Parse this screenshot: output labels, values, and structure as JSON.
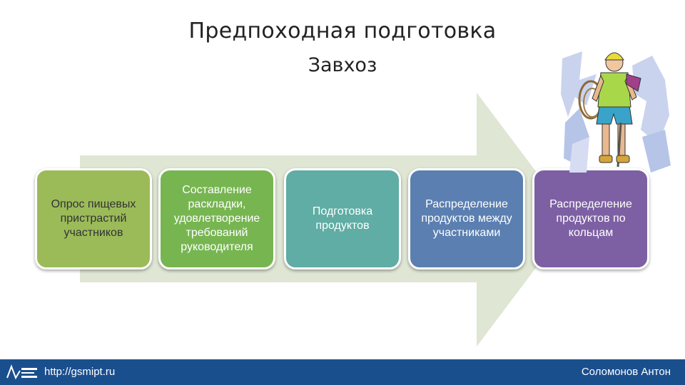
{
  "slide": {
    "title": "Предпоходная подготовка",
    "subtitle": "Завхоз"
  },
  "process": {
    "arrow_color": "#dfe6d4",
    "steps": [
      {
        "label": "Опрос пищевых пристрастий участников",
        "color": "#9bbb59",
        "text_color": "#333333"
      },
      {
        "label": "Составление раскладки, удовлетворение требований руководителя",
        "color": "#77b551",
        "text_color": "#ffffff"
      },
      {
        "label": "Подготовка продуктов",
        "color": "#5fada4",
        "text_color": "#ffffff"
      },
      {
        "label": "Распределение продуктов между участниками",
        "color": "#5b7fb1",
        "text_color": "#ffffff"
      },
      {
        "label": "Распределение продуктов по кольцам",
        "color": "#7d60a3",
        "text_color": "#ffffff"
      }
    ]
  },
  "illustration": {
    "icon": "climber-illustration"
  },
  "footer": {
    "logo_icon": "gsmipt-logo-icon",
    "url": "http://gsmipt.ru",
    "author": "Соломонов Антон",
    "background": "#1a4f8e"
  }
}
